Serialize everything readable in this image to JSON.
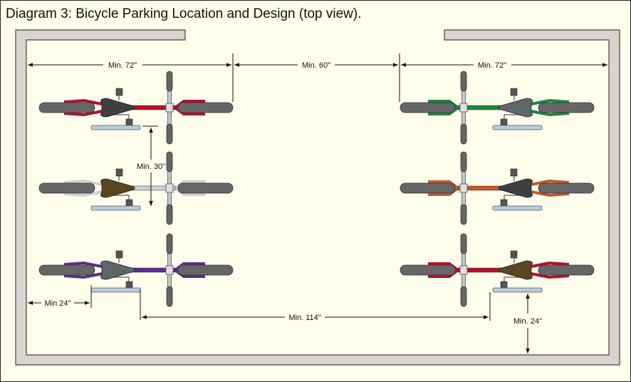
{
  "title": "Diagram 3: Bicycle Parking Location and Design (top view).",
  "dimensions": {
    "left_width": "Min. 72\"",
    "aisle": "Min. 60\"",
    "right_width": "Min. 72\"",
    "row_spacing": "Min. 30\"",
    "wall_clearance_left": "Min 24\"",
    "rack_to_rack": "Min. 114\"",
    "wall_clearance_bottom": "Min. 24\""
  },
  "bikes": [
    {
      "side": "left",
      "frame": "#b3102c",
      "saddle": "#3f3f42"
    },
    {
      "side": "left",
      "frame": "#cfcfcf",
      "saddle": "#5a4421"
    },
    {
      "side": "left",
      "frame": "#5b2e8c",
      "saddle": "#5d6766"
    },
    {
      "side": "right",
      "frame": "#178a3a",
      "saddle": "#5d6766"
    },
    {
      "side": "right",
      "frame": "#c4582c",
      "saddle": "#3f3f42"
    },
    {
      "side": "right",
      "frame": "#b3102c",
      "saddle": "#5a4421"
    }
  ],
  "colors": {
    "wall": "#d8d5d0",
    "background": "#fffdec",
    "pedal": "#b9cddd",
    "tire": "#666666"
  }
}
